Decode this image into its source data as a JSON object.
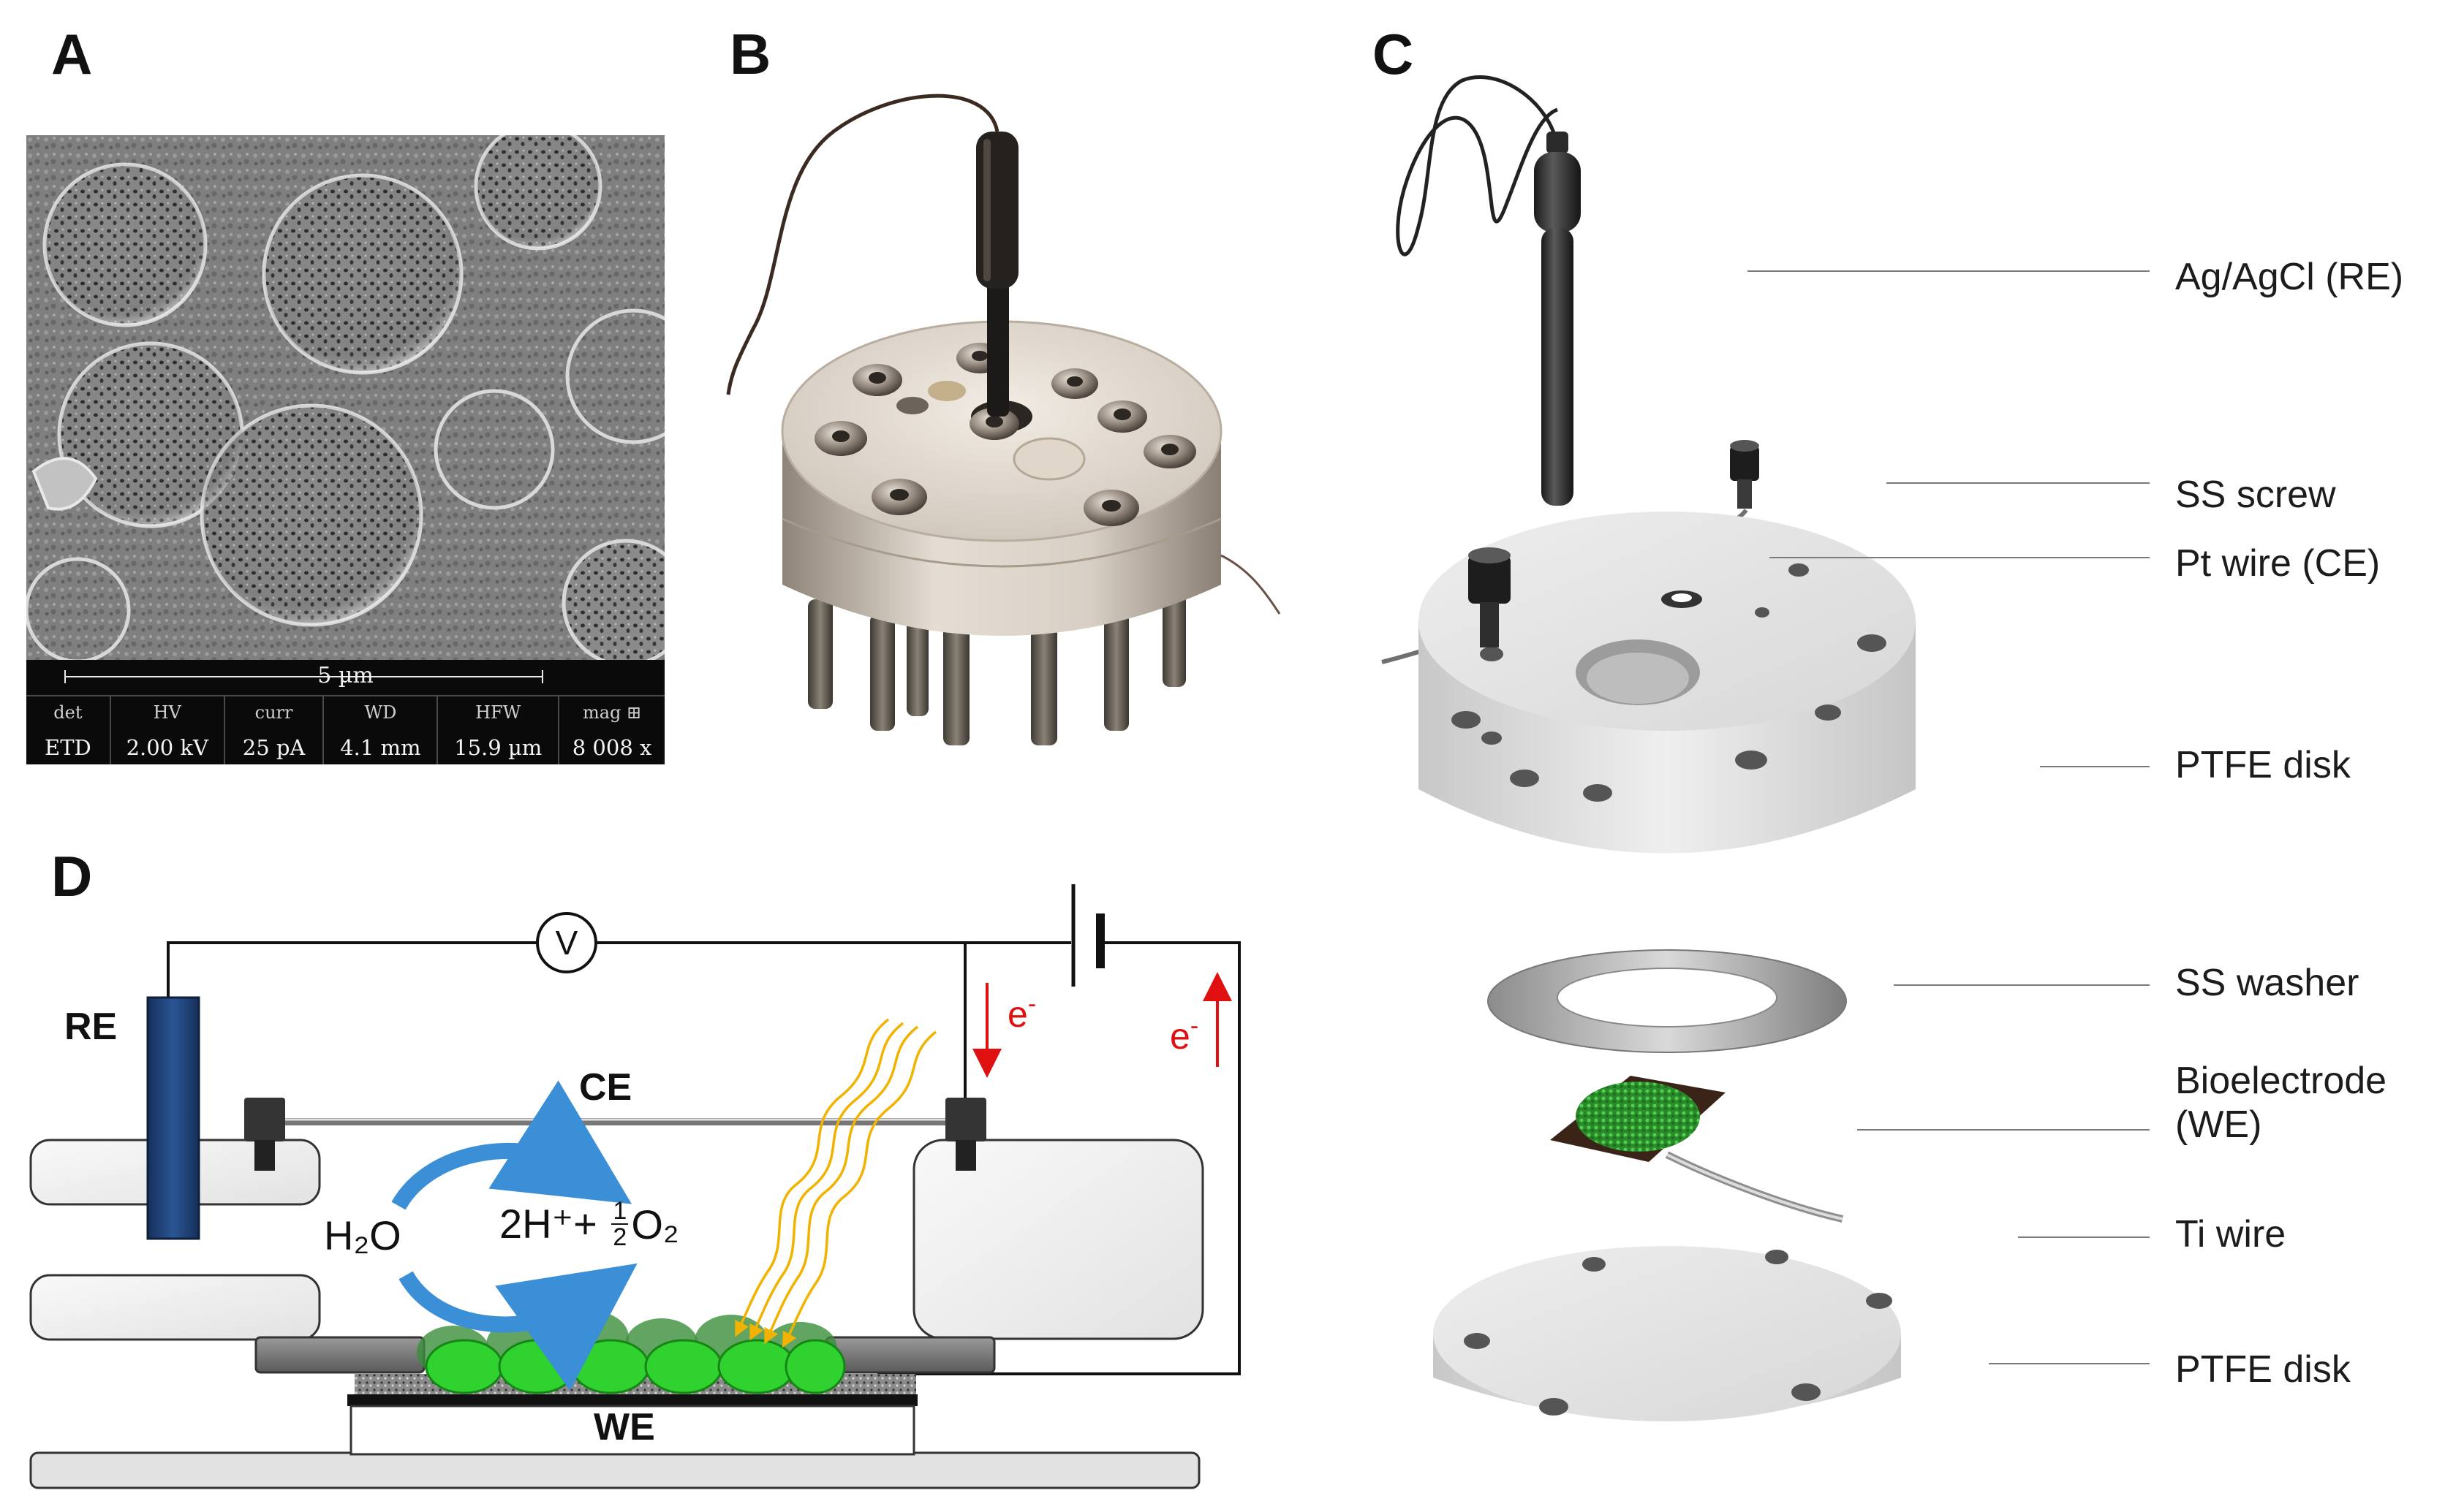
{
  "panels": {
    "a": "A",
    "b": "B",
    "c": "C",
    "d": "D"
  },
  "sem_info": {
    "scale_bar": "5 µm",
    "columns": [
      {
        "header": "det",
        "value": "ETD"
      },
      {
        "header": "HV",
        "value": "2.00 kV"
      },
      {
        "header": "curr",
        "value": "25 pA"
      },
      {
        "header": "WD",
        "value": "4.1 mm"
      },
      {
        "header": "HFW",
        "value": "15.9 µm"
      },
      {
        "header": "mag ⊞",
        "value": "8 008 x"
      }
    ]
  },
  "exploded_view_labels": {
    "reference_electrode": "Ag/AgCl (RE)",
    "screw": "SS screw",
    "counter_electrode": "Pt wire (CE)",
    "ptfe_top": "PTFE disk",
    "washer": "SS washer",
    "bioelectrode_line1": "Bioelectrode",
    "bioelectrode_line2": "(WE)",
    "ti_wire": "Ti wire",
    "ptfe_bottom": "PTFE disk"
  },
  "schematic": {
    "voltmeter": "V",
    "re_label": "RE",
    "ce_label": "CE",
    "we_label": "WE",
    "electron_left": "e",
    "electron_right": "e",
    "electron_sup": "-",
    "reactant": "H₂O",
    "product_prefix": "2H⁺+ ",
    "frac_num": "1",
    "frac_den": "2",
    "product_suffix": "O₂"
  },
  "colors": {
    "re_blue": "#1f3f73",
    "electron_red": "#e01010",
    "light_yellow": "#f2b300",
    "cycle_arrow": "#3a8fd6",
    "cell_green": "#2fd22f"
  }
}
